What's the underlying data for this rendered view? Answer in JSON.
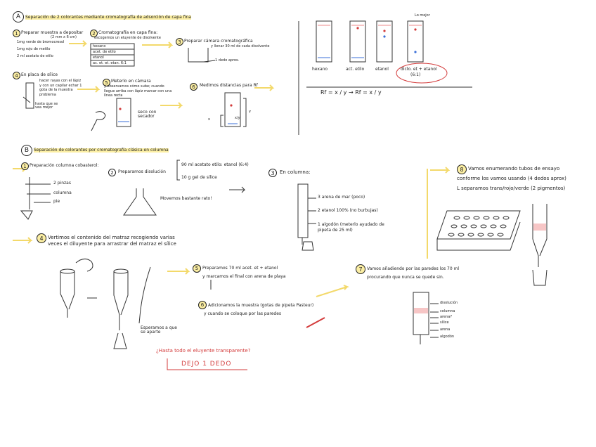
{
  "sectionA": {
    "letter": "A",
    "title": "Separación de 2 colorantes mediante cromatografía de adsorción de capa fina",
    "s1": {
      "n": "1",
      "title": "Preparar muestra a depositar",
      "sub": "(2 mm x 6 cm)",
      "lines": [
        "1mg verde de bromocresol",
        "1mg rojo de metilo",
        "2 ml acetato de etilo"
      ]
    },
    "s2": {
      "n": "2",
      "title": "Cromatografía en capa fina:",
      "sub": "escogemos un eluyente de disolvente",
      "table": [
        "hexano",
        "acet. de etilo",
        "etanol",
        "ac. et. et. etan. 6:1"
      ]
    },
    "s3": {
      "n": "3",
      "title": "Preparar cámara cromatográfica",
      "sub": "y llenar 30 ml de cada disolvente",
      "note": "1 dedo aprox."
    },
    "s4": {
      "n": "4",
      "title": "En placa de sílice",
      "desc": "hacer rayas con el lápiz y con un capilar echar 1 gota de la muestra problema",
      "note": "hasta que se vea mejor"
    },
    "s5": {
      "n": "5",
      "title": "Meterlo en cámara",
      "desc": "y observamos cómo sube; cuando llegue arriba con lápiz marcar con una línea recta",
      "note": "seco con secador"
    },
    "s6": {
      "n": "6",
      "title": "Medimos distancias para Rf",
      "labels": [
        "Y",
        "x",
        "x/y"
      ]
    },
    "plates": {
      "labels": [
        "hexano",
        "act. etilo",
        "etanol",
        "diclo. et + etanol",
        "(6:1)"
      ],
      "best": "Lo mejor"
    },
    "formula": "Rf = x / y  →  Rf = x / y"
  },
  "sectionB": {
    "letter": "B",
    "title": "Separación de colorantes por cromatografía clásica en columna",
    "s1": {
      "n": "1",
      "title": "Preparación columna cobasterol:",
      "labels": [
        "2 pinzas",
        "columna",
        "pie"
      ]
    },
    "s2": {
      "n": "2",
      "title": "Preparamos disolución",
      "lines": [
        "90 ml acetato etilo: etanol (6:4)",
        "10 g gel de sílice"
      ],
      "note": "Movemos bastante rato!"
    },
    "s3": {
      "n": "3",
      "title": "En columna:",
      "items": [
        "3 arena de mar (poco)",
        "2 etanol 100% (no burbujas)",
        "1 algodón (meterlo ayudado de pipeta de 25 ml)"
      ]
    },
    "s4": {
      "n": "4",
      "title": "Vertimos el contenido del matraz recogiendo varias veces el diluyente para arrastrar del matraz el sílice",
      "note": "Esperamos a que se aparte"
    },
    "s5": {
      "n": "5",
      "title": "Preparamos 70 ml acet. et + etanol",
      "sub": "y marcamos el final con arena de playa"
    },
    "s6": {
      "n": "6",
      "title": "Adicionamos la muestra (gotas de pipeta Pasteur)",
      "sub": "y cuando se coloque por las paredes"
    },
    "s7": {
      "n": "7",
      "title": "Vamos añadiendo por las paredes los 70 ml",
      "sub": "procurando que nunca se quede sin."
    },
    "s8": {
      "n": "8",
      "title": "Vamos enumerando tubos de ensayo",
      "sub": "conforme los vamos usando (4 dedos aprox)",
      "sub2": "L separamos trans/rojo/verde (2 pigmentos)"
    },
    "layers": [
      "disolución",
      "columna",
      "arena?",
      "sílice",
      "arena",
      "algodón"
    ],
    "question": "¿Hasta todo el eluyente transparente?",
    "answer": "DEJO 1 DEDO"
  },
  "colors": {
    "highlight": "#fbeea3",
    "pink": "#f7c6c6",
    "red": "#d33b3b",
    "blue": "#3a6fd8",
    "ink": "#222222"
  }
}
